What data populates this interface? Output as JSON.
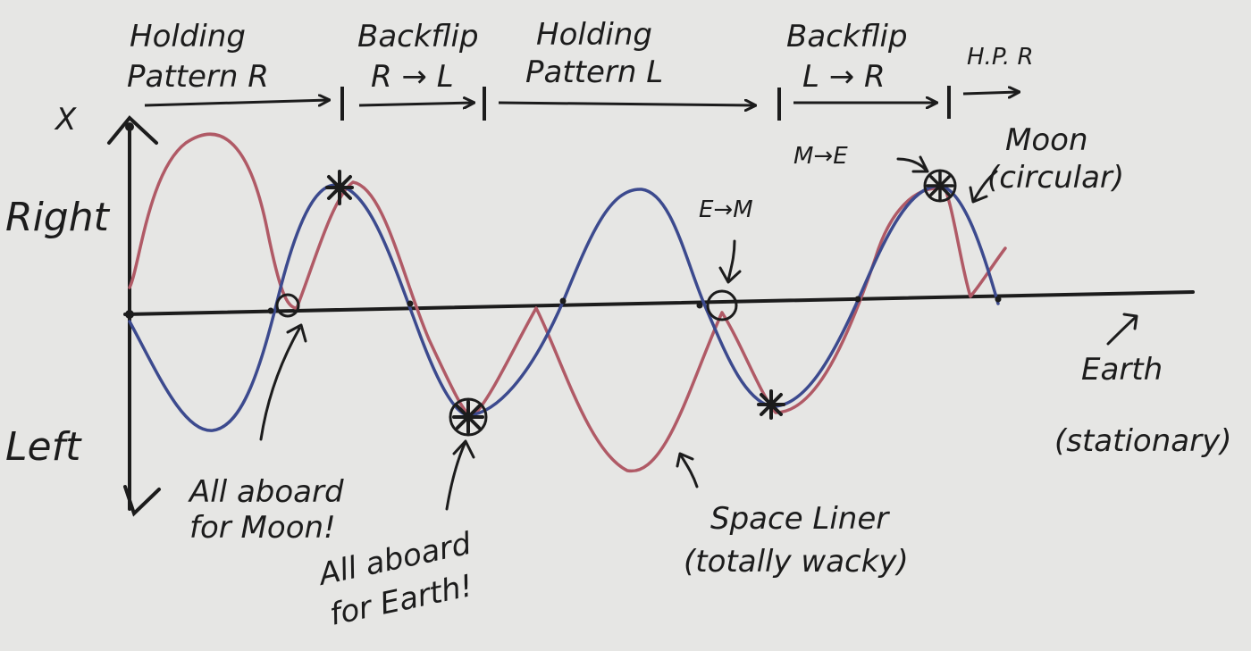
{
  "axis": {
    "x_label": "X",
    "right_label": "Right",
    "left_label": "Left"
  },
  "phases": [
    {
      "line1": "Holding",
      "line2": "Pattern R"
    },
    {
      "line1": "Backflip",
      "line2": "R → L"
    },
    {
      "line1": "Holding",
      "line2": "Pattern L"
    },
    {
      "line1": "Backflip",
      "line2": "L → R"
    },
    {
      "line1": "H.P. R",
      "line2": ""
    }
  ],
  "annotations": {
    "moon_boarding": {
      "line1": "All aboard",
      "line2": "for Moon!"
    },
    "earth_boarding": {
      "line1": "All aboard",
      "line2": "for Earth!"
    },
    "space_liner": {
      "line1": "Space Liner",
      "line2": "(totally wacky)"
    },
    "earth": {
      "line1": "Earth",
      "line2": "(stationary)"
    },
    "moon": {
      "line1": "Moon",
      "line2": "(circular)"
    },
    "e_to_m": "E→M",
    "m_to_e": "M→E"
  },
  "colors": {
    "ink": "#1c1c1c",
    "moon_curve": "#3c4a8e",
    "liner_curve": "#b05a66",
    "paper": "#e6e6e4"
  }
}
